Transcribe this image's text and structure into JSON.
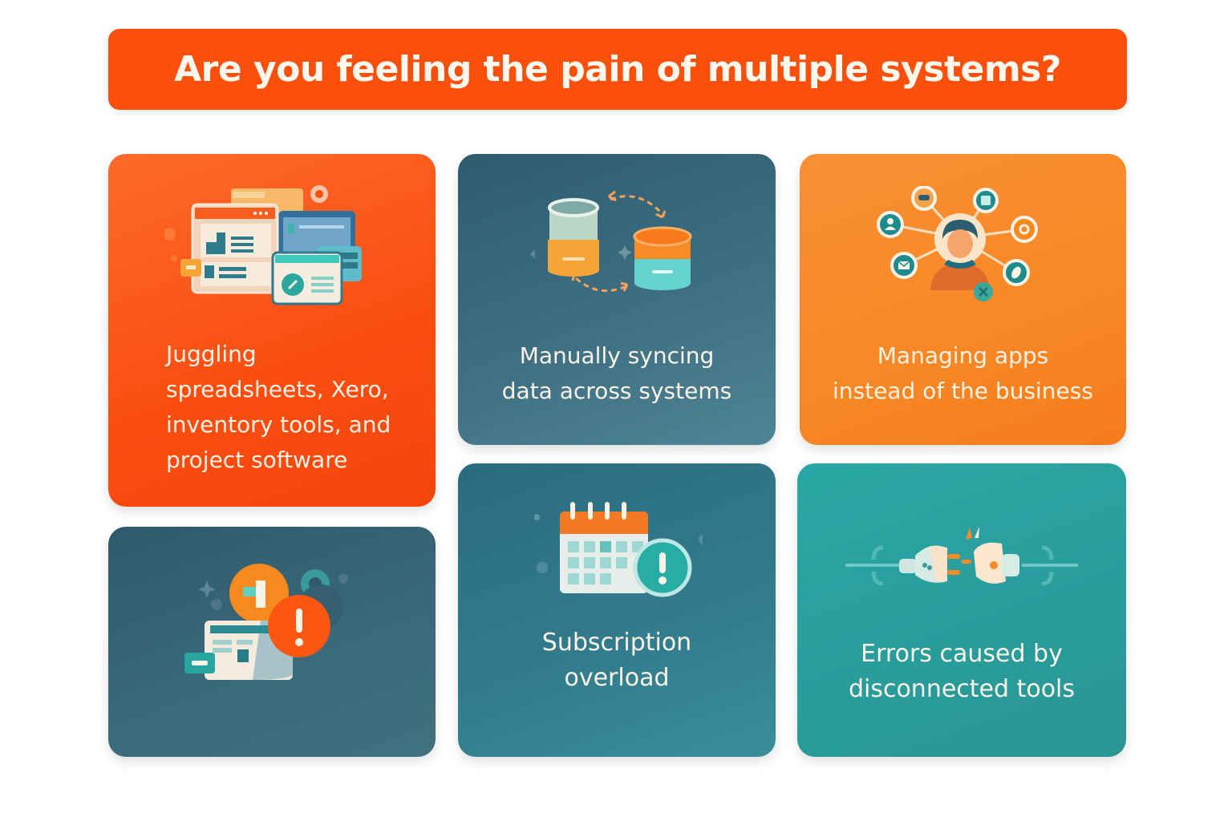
{
  "header": {
    "title": "Are you feeling the pain of multiple systems?"
  },
  "colors": {
    "banner": "#fb4f0c",
    "orange_red": "#fa4d10",
    "slate": "#3e6f82",
    "orange": "#f78825",
    "teal_blue": "#327c8d",
    "teal": "#299c9c",
    "text": "#fbf3e6"
  },
  "cards": [
    {
      "icon": "app-windows-icon",
      "lines": [
        "Juggling",
        "spreadsheets, Xero,",
        "inventory tools, and",
        "project software"
      ]
    },
    {
      "icon": "database-sync-icon",
      "lines": [
        "Manually syncing",
        "data across systems"
      ]
    },
    {
      "icon": "user-app-network-icon",
      "lines": [
        "Managing apps",
        "instead of the business"
      ]
    },
    {
      "icon": "window-error-alert-icon",
      "lines": []
    },
    {
      "icon": "calendar-alert-icon",
      "lines": [
        "Subscription",
        "overload"
      ]
    },
    {
      "icon": "disconnected-plug-icon",
      "lines": [
        "Errors caused by",
        "disconnected tools"
      ]
    }
  ]
}
